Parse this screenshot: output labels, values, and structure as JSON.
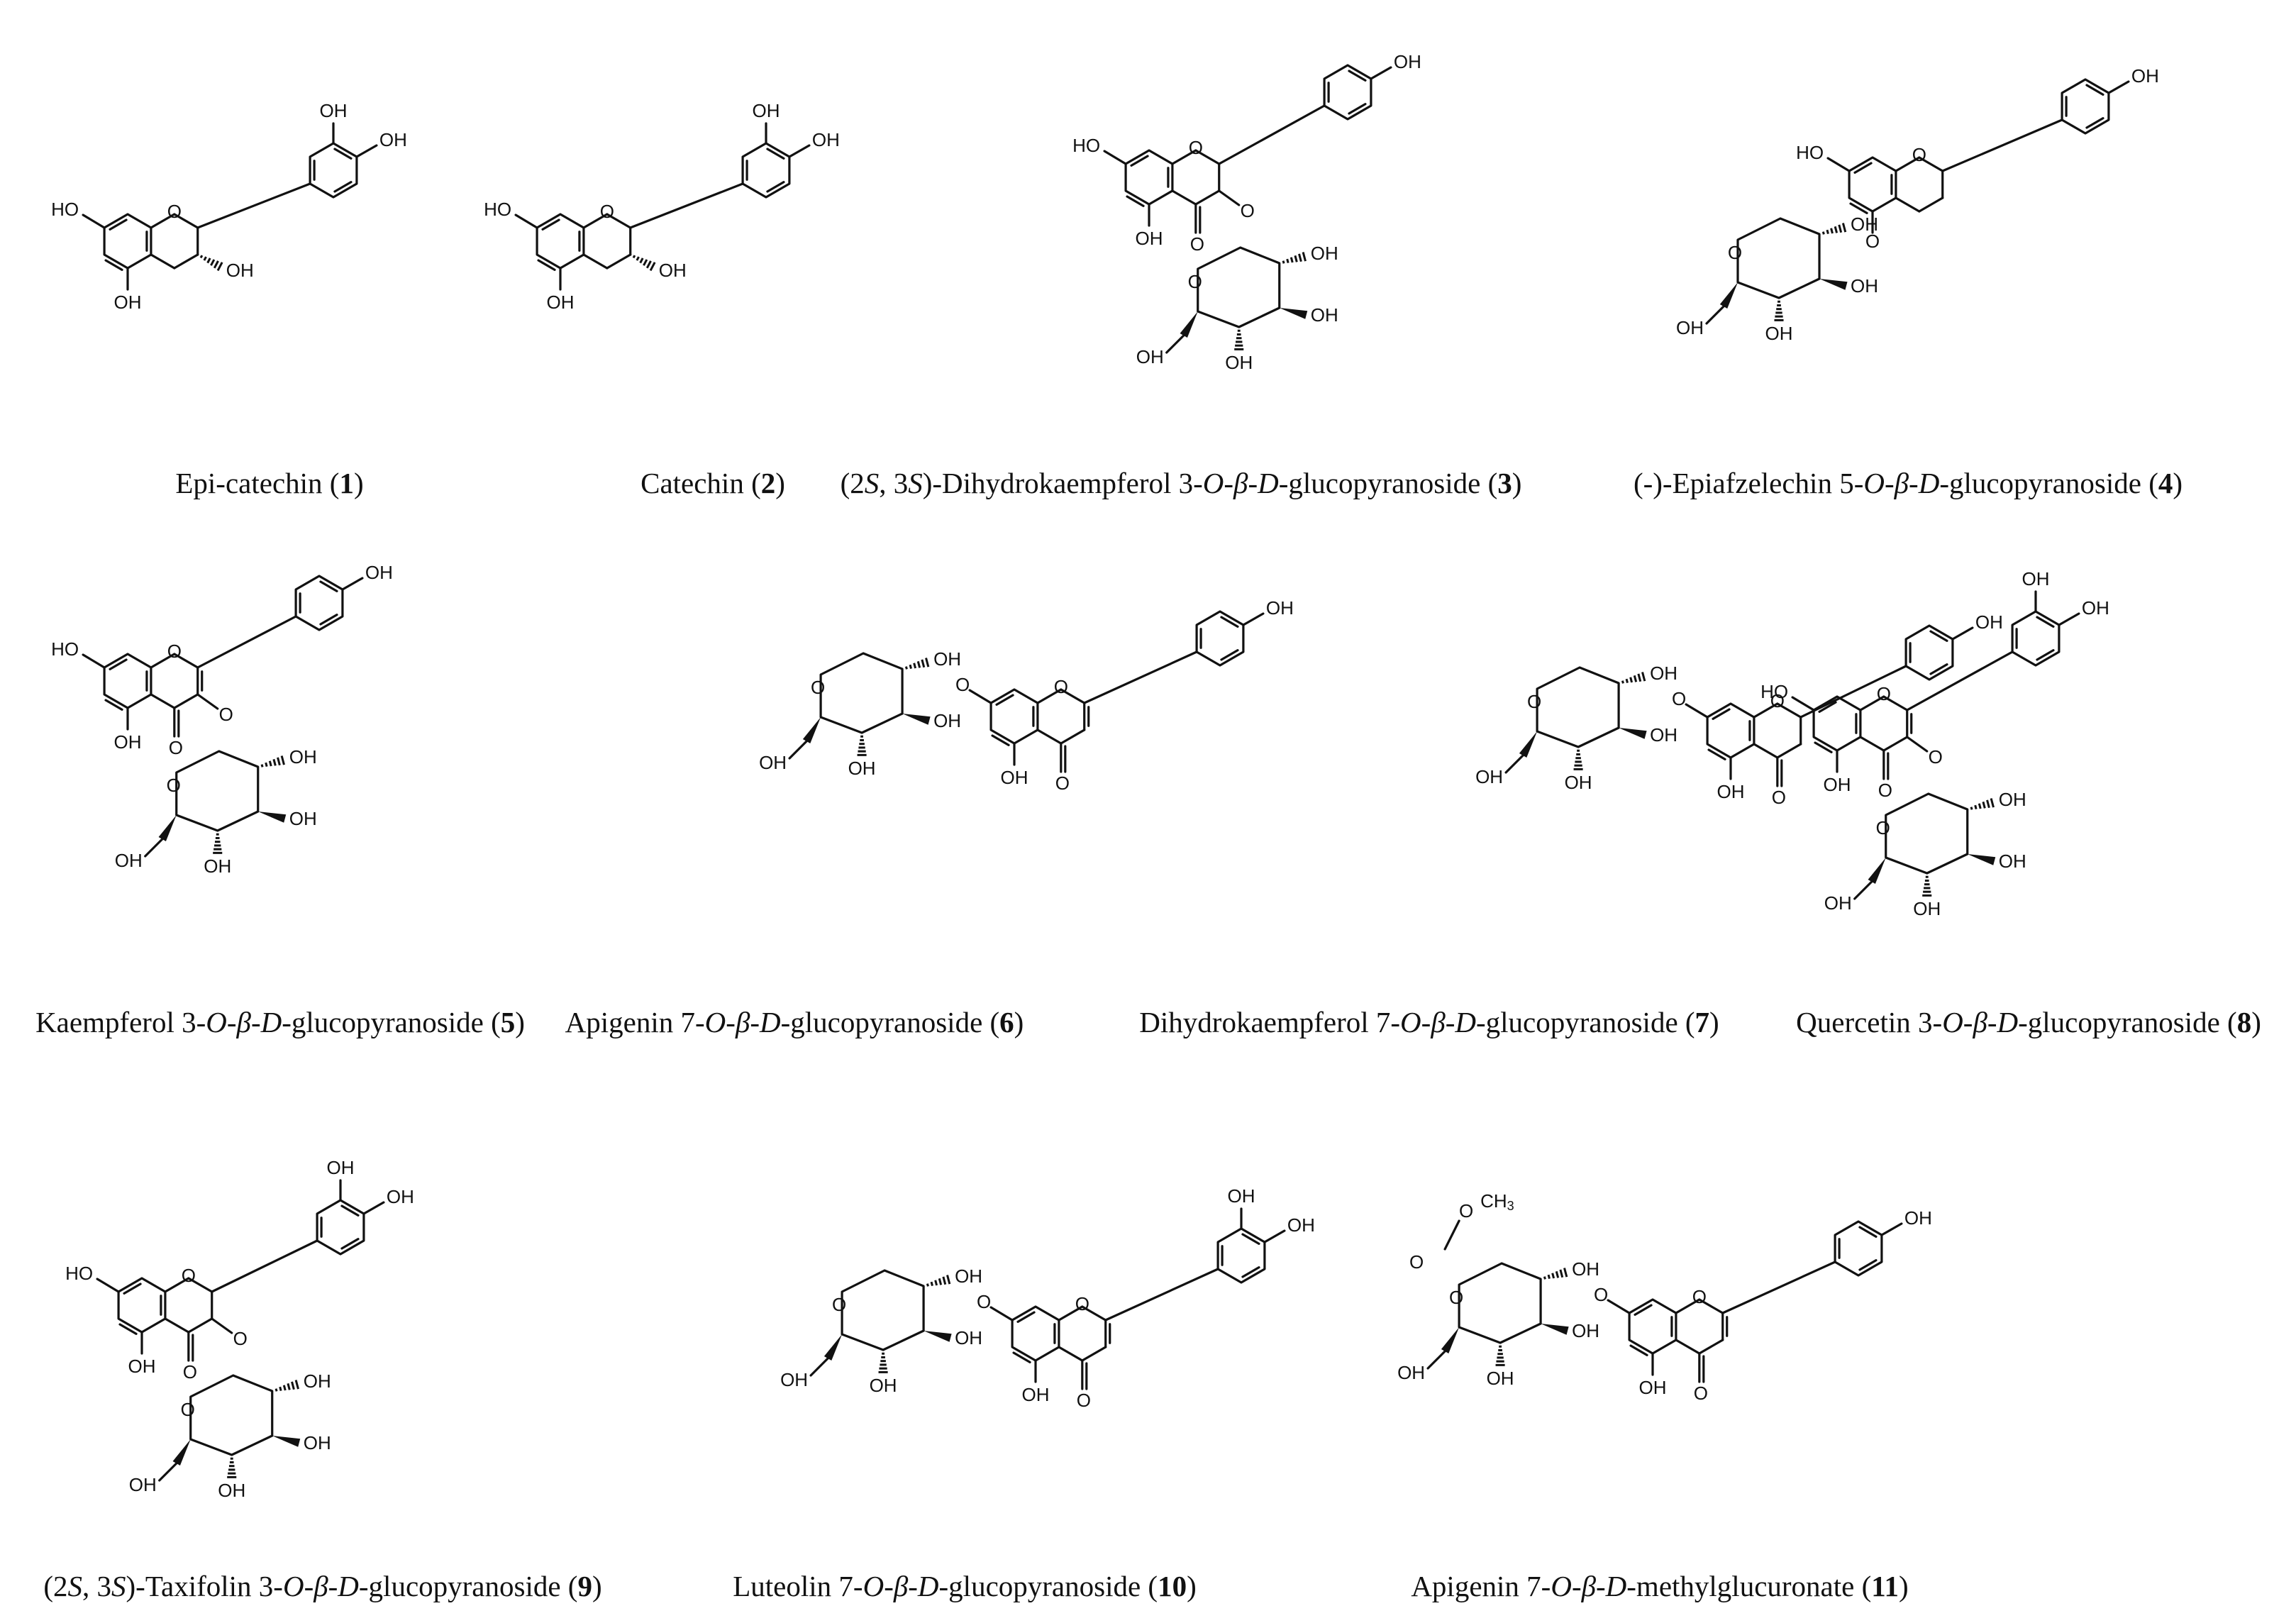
{
  "compounds": [
    {
      "name_parts": [
        {
          "t": "Epi-catechin ("
        },
        {
          "t": "1",
          "b": true
        },
        {
          "t": ")"
        }
      ]
    },
    {
      "name_parts": [
        {
          "t": "Catechin ("
        },
        {
          "t": "2",
          "b": true
        },
        {
          "t": ")"
        }
      ]
    },
    {
      "name_parts": [
        {
          "t": "(2"
        },
        {
          "t": "S",
          "i": true
        },
        {
          "t": ", 3"
        },
        {
          "t": "S",
          "i": true
        },
        {
          "t": ")-Dihydrokaempferol 3-"
        },
        {
          "t": "O",
          "i": true
        },
        {
          "t": "-"
        },
        {
          "t": "β",
          "i": true
        },
        {
          "t": "-"
        },
        {
          "t": "D",
          "i": true
        },
        {
          "t": "-glucopyranoside ("
        },
        {
          "t": "3",
          "b": true
        },
        {
          "t": ")"
        }
      ]
    },
    {
      "name_parts": [
        {
          "t": "(-)-Epiafzelechin 5-"
        },
        {
          "t": "O",
          "i": true
        },
        {
          "t": "-"
        },
        {
          "t": "β",
          "i": true
        },
        {
          "t": "-"
        },
        {
          "t": "D",
          "i": true
        },
        {
          "t": "-glucopyranoside ("
        },
        {
          "t": "4",
          "b": true
        },
        {
          "t": ")"
        }
      ]
    },
    {
      "name_parts": [
        {
          "t": "Kaempferol 3-"
        },
        {
          "t": "O",
          "i": true
        },
        {
          "t": "-"
        },
        {
          "t": "β",
          "i": true
        },
        {
          "t": "-"
        },
        {
          "t": "D",
          "i": true
        },
        {
          "t": "-glucopyranoside ("
        },
        {
          "t": "5",
          "b": true
        },
        {
          "t": ")"
        }
      ]
    },
    {
      "name_parts": [
        {
          "t": "Apigenin 7-"
        },
        {
          "t": "O",
          "i": true
        },
        {
          "t": "-"
        },
        {
          "t": "β",
          "i": true
        },
        {
          "t": "-"
        },
        {
          "t": "D",
          "i": true
        },
        {
          "t": "-glucopyranoside ("
        },
        {
          "t": "6",
          "b": true
        },
        {
          "t": ")"
        }
      ]
    },
    {
      "name_parts": [
        {
          "t": "Dihydrokaempferol 7-"
        },
        {
          "t": "O",
          "i": true
        },
        {
          "t": "-"
        },
        {
          "t": "β",
          "i": true
        },
        {
          "t": "-"
        },
        {
          "t": "D",
          "i": true
        },
        {
          "t": "-glucopyranoside ("
        },
        {
          "t": "7",
          "b": true
        },
        {
          "t": ")"
        }
      ]
    },
    {
      "name_parts": [
        {
          "t": "Quercetin 3-"
        },
        {
          "t": "O",
          "i": true
        },
        {
          "t": "-"
        },
        {
          "t": "β",
          "i": true
        },
        {
          "t": "-"
        },
        {
          "t": "D",
          "i": true
        },
        {
          "t": "-glucopyranoside ("
        },
        {
          "t": "8",
          "b": true
        },
        {
          "t": ")"
        }
      ]
    },
    {
      "name_parts": [
        {
          "t": "(2"
        },
        {
          "t": "S",
          "i": true
        },
        {
          "t": ", 3"
        },
        {
          "t": "S",
          "i": true
        },
        {
          "t": ")-Taxifolin 3-"
        },
        {
          "t": "O",
          "i": true
        },
        {
          "t": "-"
        },
        {
          "t": "β",
          "i": true
        },
        {
          "t": "-"
        },
        {
          "t": "D",
          "i": true
        },
        {
          "t": "-glucopyranoside ("
        },
        {
          "t": "9",
          "b": true
        },
        {
          "t": ")"
        }
      ]
    },
    {
      "name_parts": [
        {
          "t": "Luteolin 7-"
        },
        {
          "t": "O",
          "i": true
        },
        {
          "t": "-"
        },
        {
          "t": "β",
          "i": true
        },
        {
          "t": "-"
        },
        {
          "t": "D",
          "i": true
        },
        {
          "t": "-glucopyranoside ("
        },
        {
          "t": "10",
          "b": true
        },
        {
          "t": ")"
        }
      ]
    },
    {
      "name_parts": [
        {
          "t": "Apigenin 7-"
        },
        {
          "t": "O",
          "i": true
        },
        {
          "t": "-"
        },
        {
          "t": "β",
          "i": true
        },
        {
          "t": "-"
        },
        {
          "t": "D",
          "i": true
        },
        {
          "t": "-methylglucuronate ("
        },
        {
          "t": "11",
          "b": true
        },
        {
          "t": ")"
        }
      ]
    }
  ],
  "atom_labels": {
    "hydroxyl": "OH",
    "hydroxyl_left": "HO",
    "ring_oxygen": "O",
    "carbonyl_oxygen": "O",
    "methyl": "CH",
    "methyl_subscript": "3"
  }
}
